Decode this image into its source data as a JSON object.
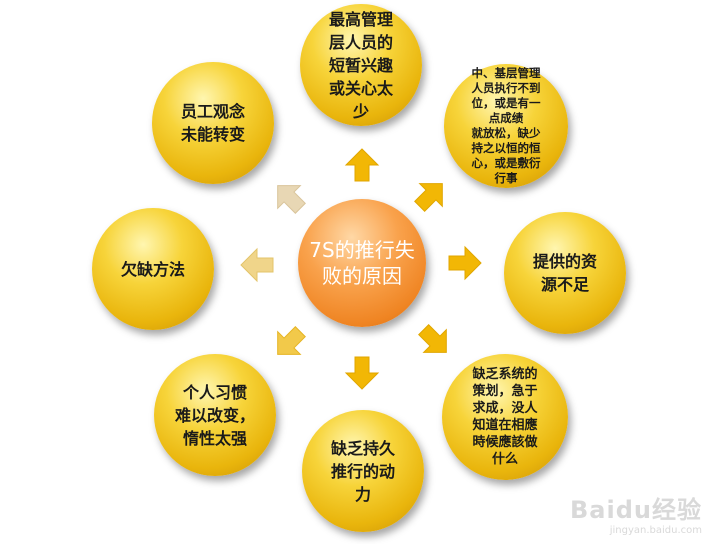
{
  "center": {
    "line1": "7S的推行失",
    "line2": "败的原因"
  },
  "nodes": {
    "top": [
      "最高管理",
      "层人员的",
      "短暂兴趣",
      "或关心太",
      "少"
    ],
    "top_right": [
      "中、基层管理",
      "人员执行不到",
      "位，或是有一",
      "点成绩",
      "就放松，缺少",
      "持之以恒的恒",
      "心，或是敷衍",
      "行事"
    ],
    "right": [
      "提供的资",
      "源不足"
    ],
    "bottom_right": [
      "缺乏系统的",
      "策划，急于",
      "求成，没人",
      "知道在相應",
      "時候應該做",
      "什么"
    ],
    "bottom": [
      "缺乏持久",
      "推行的动",
      "力"
    ],
    "bottom_left": [
      "个人习惯",
      "难以改变，",
      "惰性太强"
    ],
    "left": [
      "欠缺方法"
    ],
    "top_left": [
      "员工观念",
      "未能转变"
    ]
  },
  "colors": {
    "node": "#f2c21f",
    "center": "#f39233",
    "arrow": "#f2b705",
    "arrow_light": "#e8d7b4"
  },
  "watermark": {
    "brand": "Baidu经验",
    "url": "jingyan.baidu.com"
  }
}
